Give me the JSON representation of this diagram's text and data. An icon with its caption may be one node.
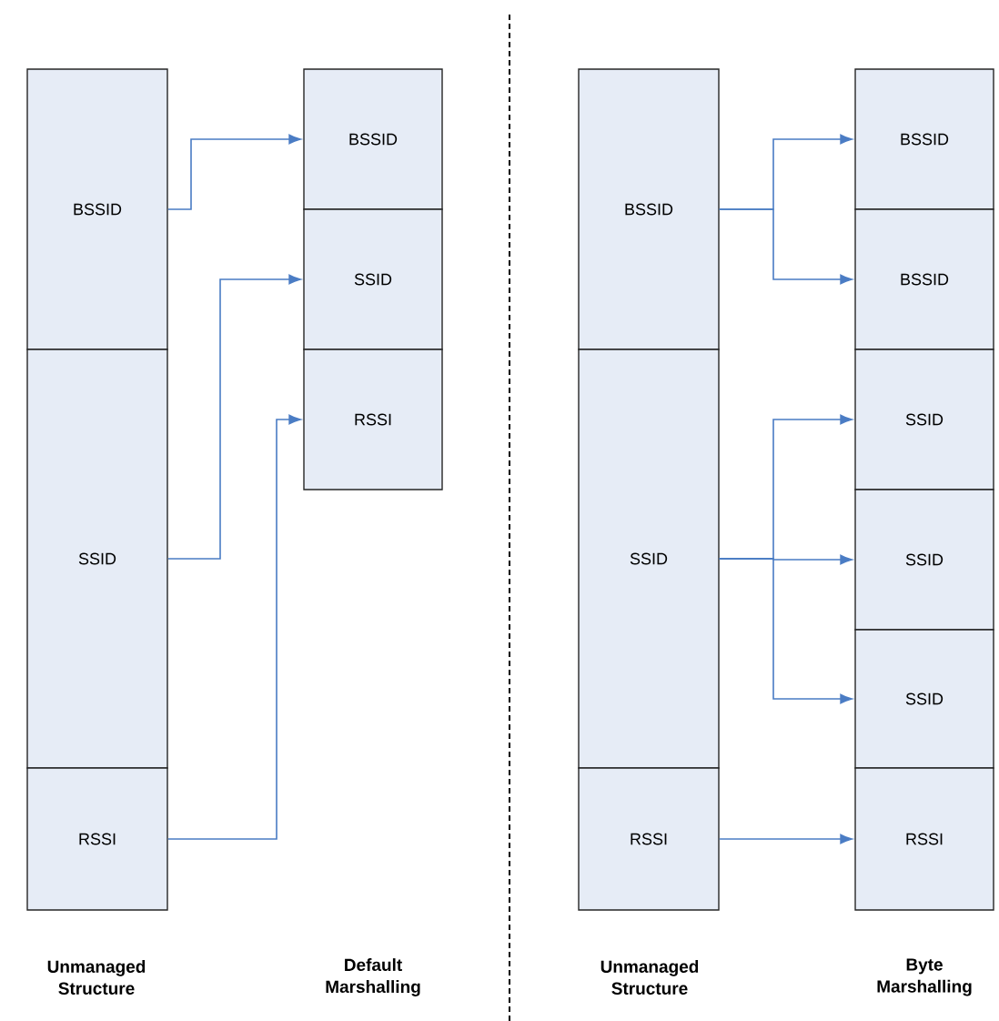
{
  "diagram": {
    "nodes": [
      {
        "text": [
          "BSSID"
        ]
      },
      {
        "text": [
          "SSID"
        ]
      },
      {
        "text": [
          "RSSI"
        ]
      },
      {
        "text": [
          "BSSID"
        ]
      },
      {
        "text": [
          "SSID"
        ]
      },
      {
        "text": [
          "RSSI"
        ]
      },
      {
        "text": [
          "BSSID"
        ]
      },
      {
        "text": [
          "SSID"
        ]
      },
      {
        "text": [
          "RSSI"
        ]
      },
      {
        "text": [
          "BSSID"
        ]
      },
      {
        "text": [
          "BSSID"
        ]
      },
      {
        "text": [
          "SSID"
        ]
      },
      {
        "text": [
          "SSID"
        ]
      },
      {
        "text": [
          "SSID"
        ]
      },
      {
        "text": [
          "RSSI"
        ]
      }
    ],
    "edges": [
      {
        "from": 0,
        "to": 3,
        "arrow": "to"
      },
      {
        "from": 1,
        "to": 4,
        "arrow": "to"
      },
      {
        "from": 2,
        "to": 5,
        "arrow": "to"
      },
      {
        "from": 6,
        "to": 9,
        "arrow": "to"
      },
      {
        "from": 6,
        "to": 10,
        "arrow": "to"
      },
      {
        "from": 7,
        "to": 11,
        "arrow": "to"
      },
      {
        "from": 7,
        "to": 12,
        "arrow": "to"
      },
      {
        "from": 7,
        "to": 13,
        "arrow": "to"
      },
      {
        "from": 8,
        "to": 14,
        "arrow": "to"
      }
    ],
    "labels": [
      "Unmanaged Structure",
      "Default Marshalling",
      "Unmanaged Structure",
      "Byte Marshalling"
    ]
  }
}
